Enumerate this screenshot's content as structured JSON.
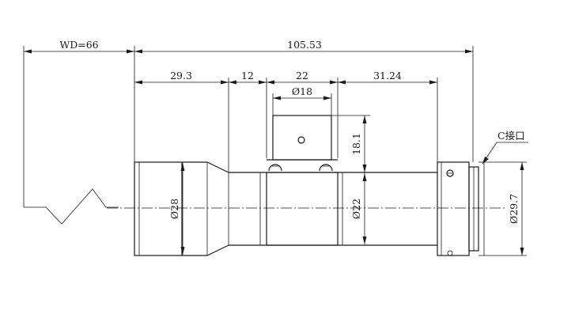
{
  "drawing": {
    "dimensions": {
      "wd": "WD=66",
      "total_length": "105.53",
      "front_section": "29.3",
      "taper_section": "12",
      "mount_width": "22",
      "rear_section": "31.24",
      "mount_diameter": "Ø18",
      "mount_height": "18.1",
      "front_diameter": "Ø28",
      "body_diameter": "Ø22",
      "rear_diameter": "Ø29.7"
    },
    "callouts": {
      "c_mount": "C接口"
    }
  }
}
